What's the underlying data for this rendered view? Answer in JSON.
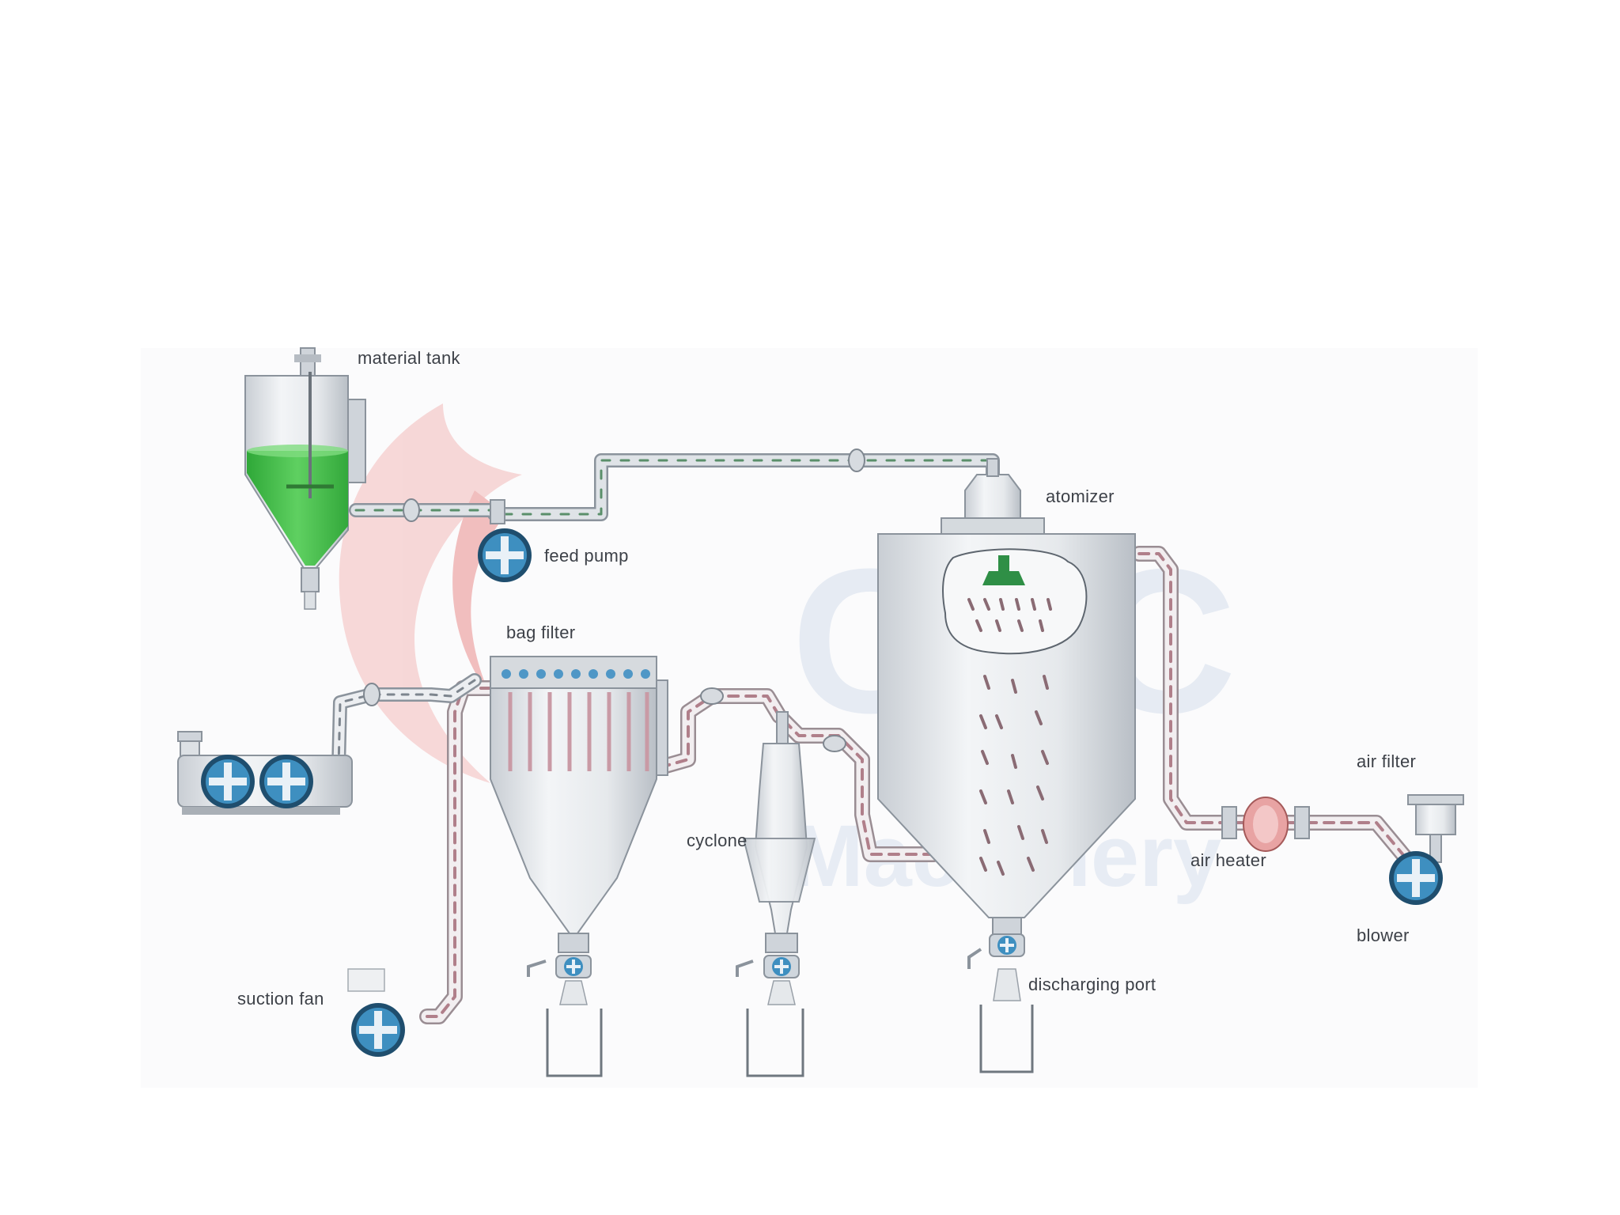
{
  "labels": {
    "material_tank": "material tank",
    "feed_pump": "feed pump",
    "atomizer": "atomizer",
    "bag_filter": "bag filter",
    "cyclone": "cyclone",
    "air_filter": "air filter",
    "air_heater": "air heater",
    "blower": "blower",
    "suction_fan": "suction fan",
    "discharging_port": "discharging port"
  },
  "watermark": "Machinery",
  "colors": {
    "liquid": "#43c047",
    "steel": "#e3e6ea",
    "steel_dark": "#a9afb6",
    "fan_blue": "#3e8fc0",
    "fan_ring": "#1f4e6e",
    "pipe_stripe": "#b07f8a",
    "heater": "#d98585",
    "watermark_red": "#f4c9c9",
    "watermark_blue": "#e0e7f2"
  },
  "icons": [
    "fan-icon",
    "rotary-valve-icon",
    "spray-nozzle-icon"
  ]
}
